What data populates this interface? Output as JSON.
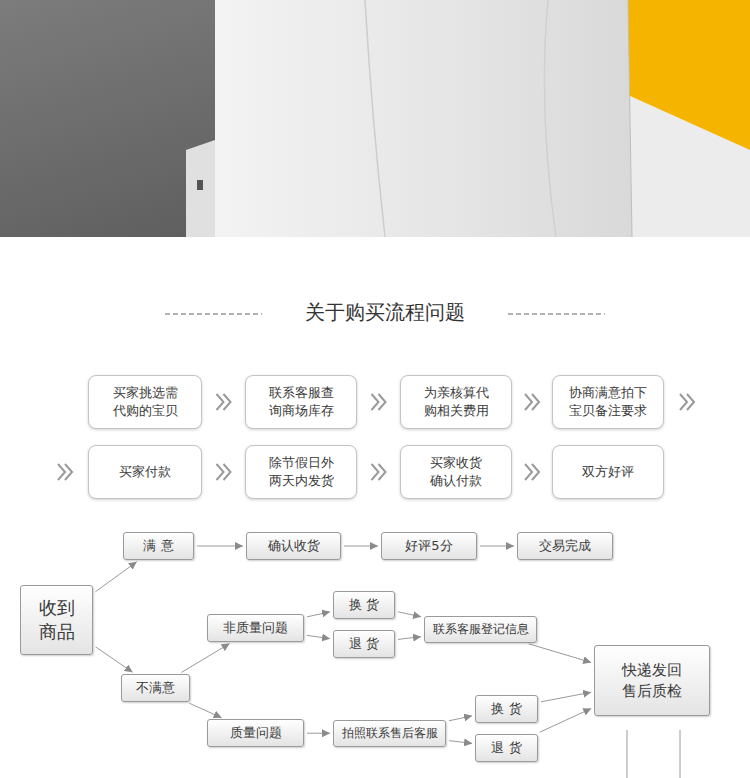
{
  "diagram": {
    "title": "关于购买流程问题",
    "nodes": [
      {
        "text": [
          "买家挑选需 代购的宝贝"
        ]
      },
      {
        "text": [
          "联系客服查 询商场库存"
        ]
      },
      {
        "text": [
          "为亲核算代 购相关费用"
        ]
      },
      {
        "text": [
          "协商满意拍下 宝贝备注要求"
        ]
      },
      {
        "text": [
          "买家付款"
        ]
      },
      {
        "text": [
          "除节假日外 两天内发货"
        ]
      },
      {
        "text": [
          "买家收货 确认付款"
        ]
      },
      {
        "text": [
          "双方好评"
        ]
      },
      {
        "text": [
          "收到 商品"
        ]
      },
      {
        "text": [
          "满 意"
        ]
      },
      {
        "text": [
          "确认收货"
        ]
      },
      {
        "text": [
          "好评5分"
        ]
      },
      {
        "text": [
          "交易完成"
        ]
      },
      {
        "text": [
          "不满意"
        ]
      },
      {
        "text": [
          "非质量问题"
        ]
      },
      {
        "text": [
          "换 货"
        ]
      },
      {
        "text": [
          "退 货"
        ]
      },
      {
        "text": [
          "联系客服登记信息"
        ]
      },
      {
        "text": [
          "质量问题"
        ]
      },
      {
        "text": [
          "拍照联系售后客服"
        ]
      },
      {
        "text": [
          "换 货"
        ]
      },
      {
        "text": [
          "退 货"
        ]
      },
      {
        "text": [
          "快递发回 售后质检"
        ]
      }
    ],
    "edges": [
      {
        "from": 0,
        "to": 1,
        "arrow": "to"
      },
      {
        "from": 1,
        "to": 2,
        "arrow": "to"
      },
      {
        "from": 2,
        "to": 3,
        "arrow": "to"
      },
      {
        "from": 3,
        "to": 4,
        "arrow": "to"
      },
      {
        "from": 4,
        "to": 5,
        "arrow": "to"
      },
      {
        "from": 5,
        "to": 6,
        "arrow": "to"
      },
      {
        "from": 6,
        "to": 7,
        "arrow": "to"
      },
      {
        "from": 8,
        "to": 9,
        "arrow": "to"
      },
      {
        "from": 9,
        "to": 10,
        "arrow": "to"
      },
      {
        "from": 10,
        "to": 11,
        "arrow": "to"
      },
      {
        "from": 11,
        "to": 12,
        "arrow": "to"
      },
      {
        "from": 8,
        "to": 13,
        "arrow": "to"
      },
      {
        "from": 13,
        "to": 14,
        "arrow": "to"
      },
      {
        "from": 13,
        "to": 18,
        "arrow": "to"
      },
      {
        "from": 14,
        "to": 15,
        "arrow": "to"
      },
      {
        "from": 14,
        "to": 16,
        "arrow": "to"
      },
      {
        "from": 15,
        "to": 17,
        "arrow": "to"
      },
      {
        "from": 16,
        "to": 17,
        "arrow": "to"
      },
      {
        "from": 17,
        "to": 22,
        "arrow": "to"
      },
      {
        "from": 18,
        "to": 19,
        "arrow": "to"
      },
      {
        "from": 19,
        "to": 20,
        "arrow": "to"
      },
      {
        "from": 19,
        "to": 21,
        "arrow": "to"
      },
      {
        "from": 20,
        "to": 22,
        "arrow": "to"
      },
      {
        "from": 21,
        "to": 22,
        "arrow": "to"
      }
    ]
  }
}
